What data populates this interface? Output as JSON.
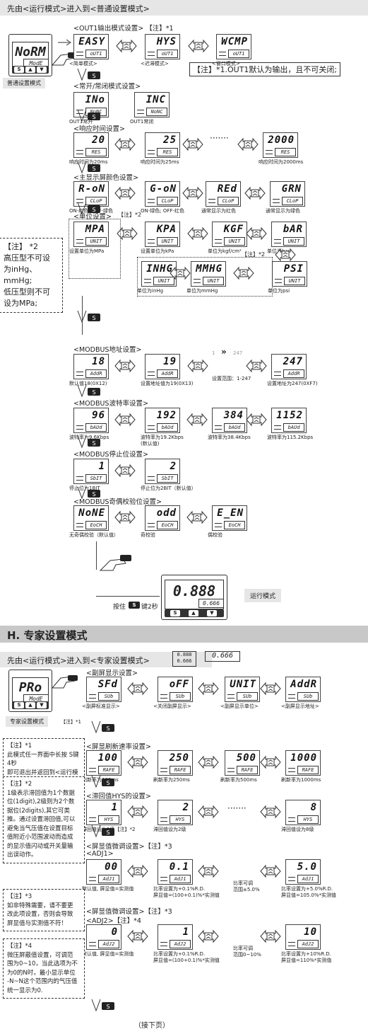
{
  "top": {
    "header": "先由<运行模式>进入到<普通设置模式>",
    "mode_label": "普通设置模式",
    "device_main": "NoRM",
    "device_sub": "ModE"
  },
  "out1": {
    "title": "<OUT1输出模式设置> 【注】*1",
    "items": [
      {
        "main": "EASY",
        "sub": "oUT1",
        "caption": "<简单模式>"
      },
      {
        "main": "HYS",
        "sub": "oUT1",
        "caption": "<迟滞模式>"
      },
      {
        "main": "WCMP",
        "sub": "oUT1",
        "caption": "<窗口模式>"
      }
    ],
    "note": "【注】*1.OUT1默认为输出，且不可关闭;"
  },
  "nonc": {
    "title": "<常开/常闭模式设置>",
    "items": [
      {
        "main": "INo",
        "sub": "NoNC",
        "caption": "OUT1常开"
      },
      {
        "main": "INC",
        "sub": "NoNC",
        "caption": "OUT1常闭"
      }
    ]
  },
  "resp": {
    "title": "<响应时间设置>",
    "dots": "·······",
    "items": [
      {
        "main": "20",
        "sub": "RES",
        "caption": "响应时间为20ms"
      },
      {
        "main": "25",
        "sub": "RES",
        "caption": "响应时间为25ms"
      },
      {
        "main": "2000",
        "sub": "RES",
        "caption": "响应时间为2000ms"
      }
    ]
  },
  "color": {
    "title": "<主显示屏颜色设置>",
    "items": [
      {
        "main": "R-oN",
        "sub": "CLoP",
        "caption": "ON-红色; OFF-绿色"
      },
      {
        "main": "G-oN",
        "sub": "CLoP",
        "caption": "ON-绿色; OFF-红色"
      },
      {
        "main": "REd",
        "sub": "CLoP",
        "caption": "通常显示为红色"
      },
      {
        "main": "GRN",
        "sub": "CLoP",
        "caption": "通常显示为绿色"
      }
    ]
  },
  "unit": {
    "title": "<单位设置>",
    "note_tag": "【注】*2",
    "items": [
      {
        "main": "MPA",
        "sub": "UNIT",
        "caption": "设置单位为MPa"
      },
      {
        "main": "KPA",
        "sub": "UNIT",
        "caption": "设置单位为kPa"
      },
      {
        "main": "KGF",
        "sub": "UNIT",
        "caption": "单位为kgf/cm²"
      },
      {
        "main": "bAR",
        "sub": "UNIT",
        "caption": "单位为bar"
      }
    ],
    "row2_tag": "【注】*2",
    "row2": [
      {
        "main": "INHG",
        "sub": "UNIT",
        "caption": "单位为inHg"
      },
      {
        "main": "MMHG",
        "sub": "UNIT",
        "caption": "单位为mmHg"
      },
      {
        "main": "PSI",
        "sub": "UNIT",
        "caption": "单位为psi"
      }
    ],
    "side_note": [
      "【注】 *2",
      "高压型不可设",
      "为inHg、",
      "mmHg;",
      "低压型则不可",
      "设为MPa;"
    ]
  },
  "addr": {
    "title": "<MODBUS地址设置>",
    "range": "设置范围：1-247",
    "range_from": "1",
    "range_to": "247",
    "items": [
      {
        "main": "18",
        "sub": "AddR",
        "caption": "默认值18(0X12)"
      },
      {
        "main": "19",
        "sub": "AddR",
        "caption": "设置地址值为19(0X13)"
      },
      {
        "main": "247",
        "sub": "AddR",
        "caption": "设置地址为247(0XF7)"
      }
    ]
  },
  "baud": {
    "title": "<MODBUS波特率设置>",
    "items": [
      {
        "main": "96",
        "sub": "bAUd",
        "caption": "波特率为9.6Kbps"
      },
      {
        "main": "192",
        "sub": "bAUd",
        "caption": "波特率为19.2Kbps",
        "caption2": "(默认值)"
      },
      {
        "main": "384",
        "sub": "bAUd",
        "caption": "波特率为38.4Kbps"
      },
      {
        "main": "1152",
        "sub": "bAUd",
        "caption": "波特率为115.2Kbps"
      }
    ]
  },
  "stop": {
    "title": "<MODBUS停止位设置>",
    "items": [
      {
        "main": "1",
        "sub": "SbIT",
        "caption": "停止位为1BIT"
      },
      {
        "main": "2",
        "sub": "SbIT",
        "caption": "停止位为2BIT（默认值）"
      }
    ]
  },
  "parity": {
    "title": "<MODBUS奇偶校验位设置>",
    "items": [
      {
        "main": "NoNE",
        "sub": "EoCH",
        "caption": "无奇偶校验（默认值）"
      },
      {
        "main": "odd",
        "sub": "EoCH",
        "caption": "奇校验"
      },
      {
        "main": "E_EN",
        "sub": "EoCH",
        "caption": "偶校验"
      }
    ]
  },
  "run": {
    "hold": "按住",
    "hold2": "键2秒",
    "btn": "S",
    "main": "0.888",
    "sub": "0.666",
    "label": "运行模式"
  },
  "expert": {
    "heading": "H. 专家设置模式",
    "header": "先由<运行模式>进入到<专家设置模式>",
    "device_main": "PRo",
    "device_sub": "ModE",
    "mode_label": "专家设置模式",
    "mode_note": "【注】*1",
    "preview_main": "0.888",
    "preview_sub": "0.666",
    "preview_right": "0.666",
    "subdisp": {
      "title": "<副屏显示设置>",
      "items": [
        {
          "main": "SFd",
          "sub": "SUb",
          "caption": "<副屏标准显示>"
        },
        {
          "main": "oFF",
          "sub": "SUb",
          "caption": "<关闭副屏显示>"
        },
        {
          "main": "UNIT",
          "sub": "SUb",
          "caption": "<副屏显示单位>"
        },
        {
          "main": "AddR",
          "sub": "SUb",
          "caption": "<副屏显示地址>"
        }
      ]
    },
    "refresh": {
      "title": "<屏显刷新速率设置>",
      "items": [
        {
          "main": "100",
          "sub": "RAFE",
          "caption": "刷新率为100ms"
        },
        {
          "main": "250",
          "sub": "RAFE",
          "caption": "刷新率为250ms"
        },
        {
          "main": "500",
          "sub": "RAFE",
          "caption": "刷新率为500ms"
        },
        {
          "main": "1000",
          "sub": "RAFE",
          "caption": "刷新率为1000ms"
        }
      ]
    },
    "hys": {
      "title": "<滞回值HYS的设置>",
      "dots": "·······",
      "items": [
        {
          "main": "1",
          "sub": "HYS",
          "caption": "滞回值设为1级【注】*2"
        },
        {
          "main": "2",
          "sub": "HYS",
          "caption": "滞回值设为2级"
        },
        {
          "main": "8",
          "sub": "HYS",
          "caption": "滞回值设为8级"
        }
      ]
    },
    "adj1": {
      "title": "<屏显值微调设置>【注】*3",
      "sub_title": "<ADJ1>",
      "range": [
        "比率可调",
        "范围±5.0%"
      ],
      "items": [
        {
          "main": "00",
          "sub": "AdJ1",
          "caption": "默认值, 屏显值=实测值",
          "caption2": ""
        },
        {
          "main": "0.1",
          "sub": "AdJ1",
          "caption": "比率设置为+0.1%R.D.",
          "caption2": "屏显值=(100+0.1)%*实测值"
        },
        {
          "main": "5.0",
          "sub": "AdJ1",
          "caption": "比率设置为+5.0%R.D.",
          "caption2": "屏显值=105.0%*实测值"
        }
      ]
    },
    "adj2": {
      "title": "<屏显值微调设置>【注】*3",
      "sub_title": "<ADJ2>【注】*4",
      "range": [
        "比率可调",
        "范围0~10%"
      ],
      "items": [
        {
          "main": "0",
          "sub": "AdJ2",
          "caption": "默认值, 屏显值=实测值",
          "caption2": ""
        },
        {
          "main": "1",
          "sub": "AdJ2",
          "caption": "比率设置为+0.1%R.D.",
          "caption2": "屏显值=(100+0.1)%*实测值"
        },
        {
          "main": "10",
          "sub": "AdJ2",
          "caption": "比率设置为+10%R.D.",
          "caption2": "屏显值=110%*实测值"
        }
      ]
    },
    "notes": [
      [
        "【注】*1",
        "此模式任一界面中长按 S键4秒",
        "即可退出并返回到<运行模式>;"
      ],
      [
        "【注】*2",
        "1级表示滞回值为1个数据",
        "位(1digit),2级则为2个数",
        "据位(2digits),其它可类",
        "推。通过设置滞回值,可以",
        "避免当气压值在设置目标",
        "值附近小范围波动而造成",
        "的显示值闪动或开关量输",
        "出误动作。"
      ],
      [
        "【注】*3",
        "如非特殊需要，请不要更",
        "改此项设置，否则会导致",
        "屏显值与实测值不符！"
      ],
      [
        "【注】*4",
        "微压屏蔽值设置，可调范",
        "围为0~10，当此选项为不",
        "为0的N时，最小显示单位",
        "-N~N这个范围内的气压值",
        "统一显示为0."
      ]
    ],
    "next_page": "（接下页）"
  },
  "btn_s": "S"
}
